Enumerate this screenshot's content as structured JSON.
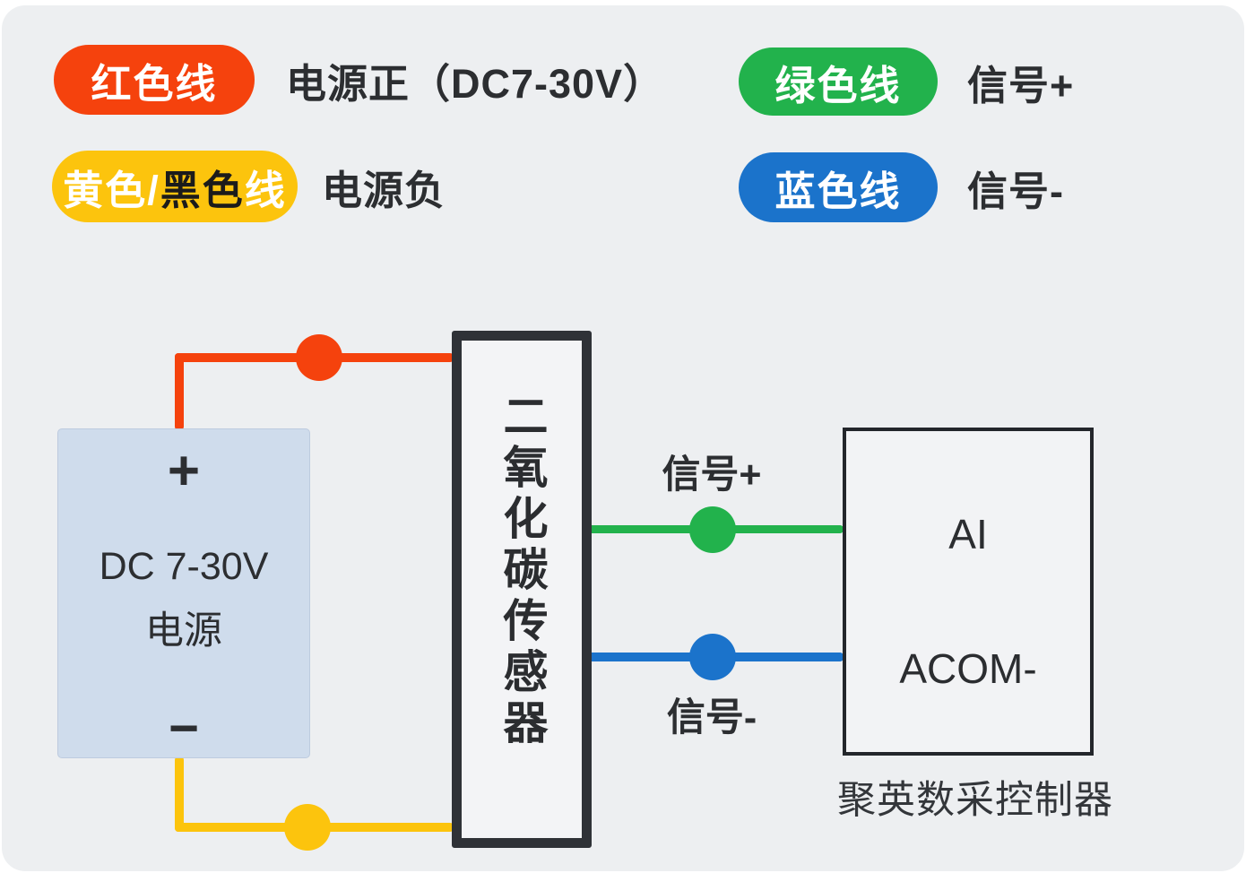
{
  "colors": {
    "background": "#edeff1",
    "red": "#f5420d",
    "yellow": "#fcc40d",
    "green": "#22b24c",
    "blue": "#1b73cb",
    "power_box_fill": "#cfdcec",
    "dark_text": "#2c2e31"
  },
  "legend": {
    "red": {
      "pill": "红色线",
      "label": "电源正（DC7-30V）"
    },
    "yellow": {
      "pill_white1": "黄色/",
      "pill_black": "黑色",
      "pill_white2": "线",
      "label": "电源负"
    },
    "green": {
      "pill": "绿色线",
      "label": "信号+"
    },
    "blue": {
      "pill": "蓝色线",
      "label": "信号-"
    }
  },
  "diagram": {
    "power_supply": {
      "plus": "+",
      "line1": "DC 7-30V",
      "line2": "电源",
      "minus": "−"
    },
    "sensor": {
      "label": "二氧化碳传感器"
    },
    "signal_plus_label": "信号+",
    "signal_minus_label": "信号-",
    "controller": {
      "terminal_top": "AI",
      "terminal_bottom": "ACOM-",
      "caption": "聚英数采控制器"
    }
  }
}
